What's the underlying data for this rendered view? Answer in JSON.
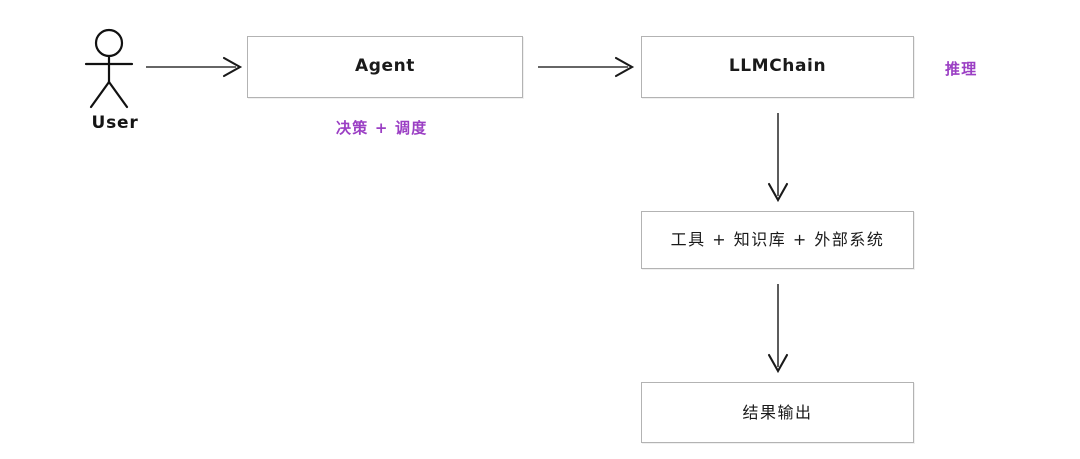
{
  "diagram": {
    "title": "Agent / LLMChain flow diagram",
    "background": "#ffffff",
    "accent_purple": "#9b3fc4",
    "box_border": "#b3b3b3",
    "line_color": "#333333"
  },
  "actors": [
    {
      "id": "user",
      "icon": "stick-figure-icon",
      "label": "User"
    }
  ],
  "nodes": [
    {
      "id": "agent",
      "label": "Agent",
      "script": "latin"
    },
    {
      "id": "llmchain",
      "label": "LLMChain",
      "script": "latin"
    },
    {
      "id": "tools",
      "label": "工具 + 知识库 + 外部系统",
      "script": "cjk"
    },
    {
      "id": "output",
      "label": "结果输出",
      "script": "cjk"
    }
  ],
  "annotations": [
    {
      "id": "agent-annotation",
      "text": "决策 + 调度",
      "color": "#9b3fc4",
      "attached_to": "agent"
    },
    {
      "id": "llmchain-annotation",
      "text": "推理",
      "color": "#9b3fc4",
      "attached_to": "llmchain"
    }
  ],
  "connectors": [
    {
      "id": "user-to-agent",
      "from": "user",
      "to": "agent",
      "direction": "right",
      "arrowhead": "open-v"
    },
    {
      "id": "agent-to-llmchain",
      "from": "agent",
      "to": "llmchain",
      "direction": "right",
      "arrowhead": "open-v"
    },
    {
      "id": "llmchain-to-tools",
      "from": "llmchain",
      "to": "tools",
      "direction": "down",
      "arrowhead": "open-v"
    },
    {
      "id": "tools-to-output",
      "from": "tools",
      "to": "output",
      "direction": "down",
      "arrowhead": "open-v"
    }
  ]
}
